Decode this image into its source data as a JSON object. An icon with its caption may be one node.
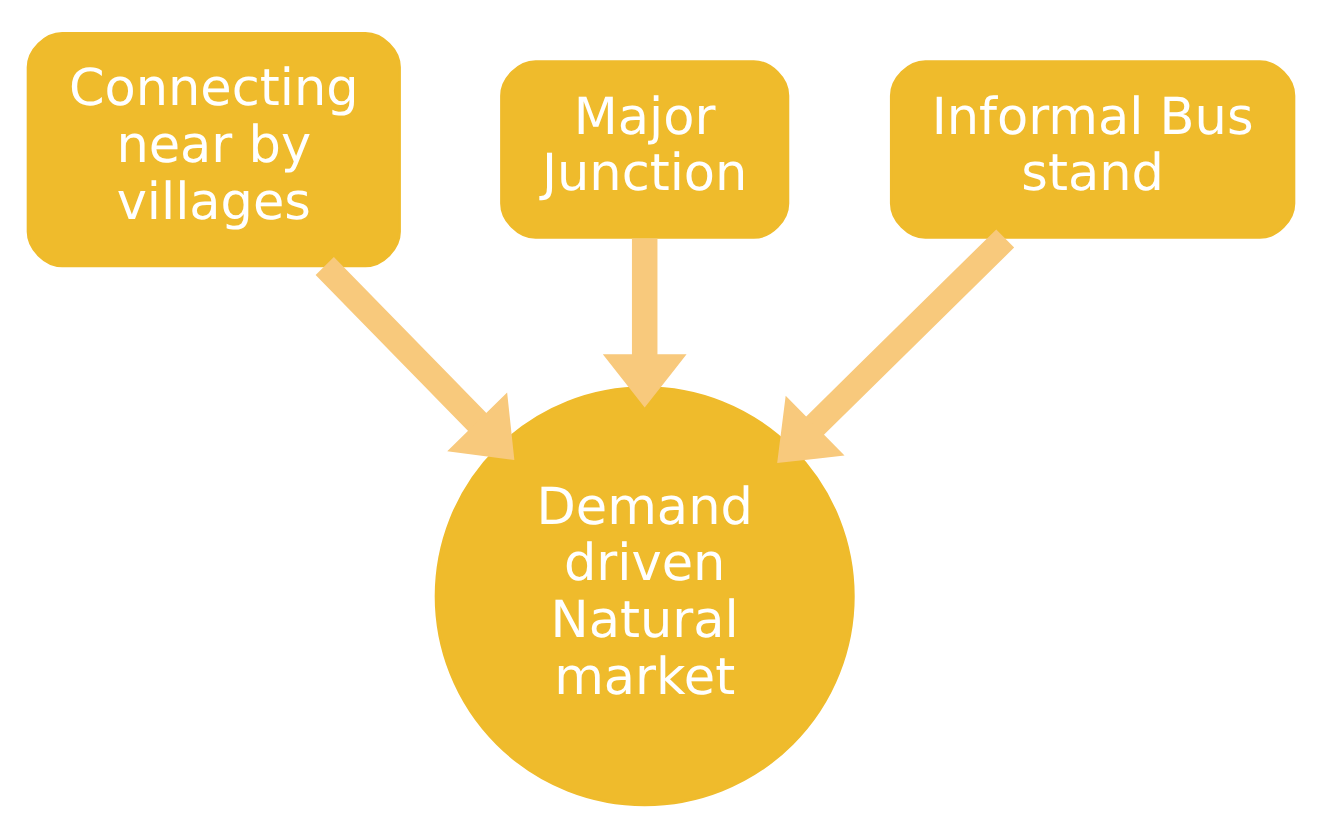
{
  "diagram": {
    "nodes": [
      {
        "text": [
          "Connecting near by villages"
        ]
      },
      {
        "text": [
          "Major Junction"
        ]
      },
      {
        "text": [
          "Informal Bus stand"
        ]
      },
      {
        "text": [
          "Demand driven Natural market"
        ]
      }
    ],
    "edges": [
      {
        "from": 0,
        "to": 3,
        "arrow": "to"
      },
      {
        "from": 1,
        "to": 3,
        "arrow": "to"
      },
      {
        "from": 2,
        "to": 3,
        "arrow": "to"
      }
    ]
  }
}
